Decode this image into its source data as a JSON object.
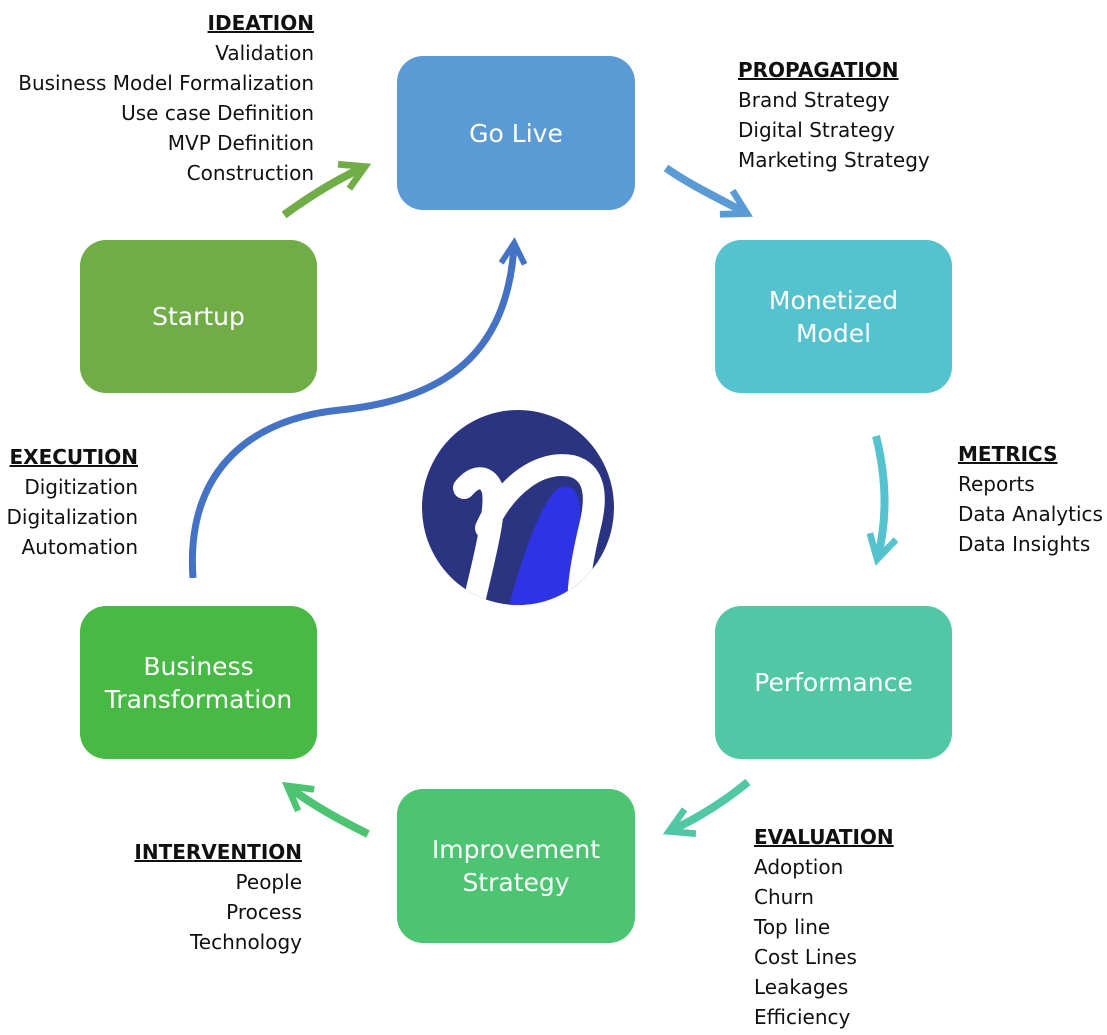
{
  "stages": [
    {
      "id": "go-live",
      "label": "Go Live",
      "color": "#5b9bd5"
    },
    {
      "id": "monetized-model",
      "label": "Monetized\nModel",
      "color": "#55c3cf"
    },
    {
      "id": "performance",
      "label": "Performance",
      "color": "#52c7a5"
    },
    {
      "id": "improvement-strategy",
      "label": "Improvement\nStrategy",
      "color": "#4dc472"
    },
    {
      "id": "business-transformation",
      "label": "Business\nTransformation",
      "color": "#48b944"
    },
    {
      "id": "startup",
      "label": "Startup",
      "color": "#70ad47"
    }
  ],
  "annotations": {
    "ideation": {
      "heading": "IDEATION",
      "items": [
        "Validation",
        "Business Model Formalization",
        "Use case Definition",
        "MVP Definition",
        "Construction"
      ]
    },
    "propagation": {
      "heading": "PROPAGATION",
      "items": [
        "Brand Strategy",
        "Digital Strategy",
        "Marketing Strategy"
      ]
    },
    "metrics": {
      "heading": "METRICS",
      "items": [
        "Reports",
        "Data Analytics",
        "Data Insights"
      ]
    },
    "evaluation": {
      "heading": "EVALUATION",
      "items": [
        "Adoption",
        "Churn",
        "Top line",
        "Cost Lines",
        "Leakages",
        "Efficiency"
      ]
    },
    "intervention": {
      "heading": "INTERVENTION",
      "items": [
        "People",
        "Process",
        "Technology"
      ]
    },
    "execution": {
      "heading": "EXECUTION",
      "items": [
        "Digitization",
        "Digitalization",
        "Automation"
      ]
    }
  },
  "arrow_colors": {
    "startup_to_golive": "#70ad47",
    "golive_to_monetized": "#5b9bd5",
    "monetized_to_performance": "#55c3cf",
    "performance_to_improvement": "#52c7a5",
    "improvement_to_transformation": "#4dc472",
    "transformation_to_golive": "#4472c4"
  },
  "logo": {
    "icon": "n-logo-icon",
    "circle_color": "#2b3480",
    "accent_color": "#2f33e6",
    "letter_color": "#ffffff"
  }
}
